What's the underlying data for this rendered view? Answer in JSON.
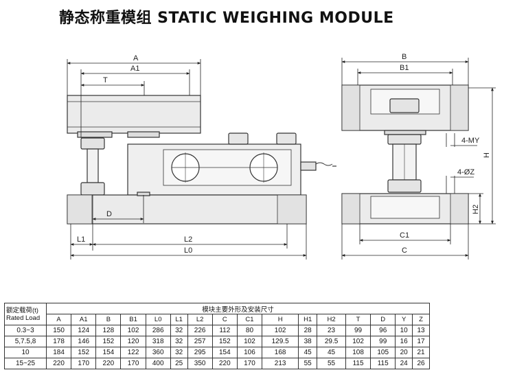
{
  "title": "静态称重模组 STATIC WEIGHING MODULE",
  "front_view": {
    "labels": {
      "A": "A",
      "A1": "A1",
      "T": "T",
      "D": "D",
      "L1": "L1",
      "L2": "L2",
      "L0": "L0"
    }
  },
  "side_view": {
    "labels": {
      "B": "B",
      "B1": "B1",
      "C1": "C1",
      "C": "C",
      "H": "H",
      "H2": "H2",
      "MY": "4-MY",
      "Z": "4-ØZ"
    }
  },
  "table": {
    "title": "模块主要外形及安装尺寸",
    "load_header_cn": "额定载荷(t)",
    "load_header_en": "Rated Load",
    "columns": [
      "A",
      "A1",
      "B",
      "B1",
      "L0",
      "L1",
      "L2",
      "C",
      "C1",
      "H",
      "H1",
      "H2",
      "T",
      "D",
      "Y",
      "Z"
    ],
    "rows": [
      {
        "load": "0.3~3",
        "values": [
          "150",
          "124",
          "128",
          "102",
          "286",
          "32",
          "226",
          "112",
          "80",
          "102",
          "28",
          "23",
          "99",
          "96",
          "10",
          "13"
        ]
      },
      {
        "load": "5,7.5,8",
        "values": [
          "178",
          "146",
          "152",
          "120",
          "318",
          "32",
          "257",
          "152",
          "102",
          "129.5",
          "38",
          "29.5",
          "102",
          "99",
          "16",
          "17"
        ]
      },
      {
        "load": "10",
        "values": [
          "184",
          "152",
          "154",
          "122",
          "360",
          "32",
          "295",
          "154",
          "106",
          "168",
          "45",
          "45",
          "108",
          "105",
          "20",
          "21"
        ]
      },
      {
        "load": "15~25",
        "values": [
          "220",
          "170",
          "220",
          "170",
          "400",
          "25",
          "350",
          "220",
          "170",
          "213",
          "55",
          "55",
          "115",
          "115",
          "24",
          "26"
        ]
      }
    ]
  }
}
